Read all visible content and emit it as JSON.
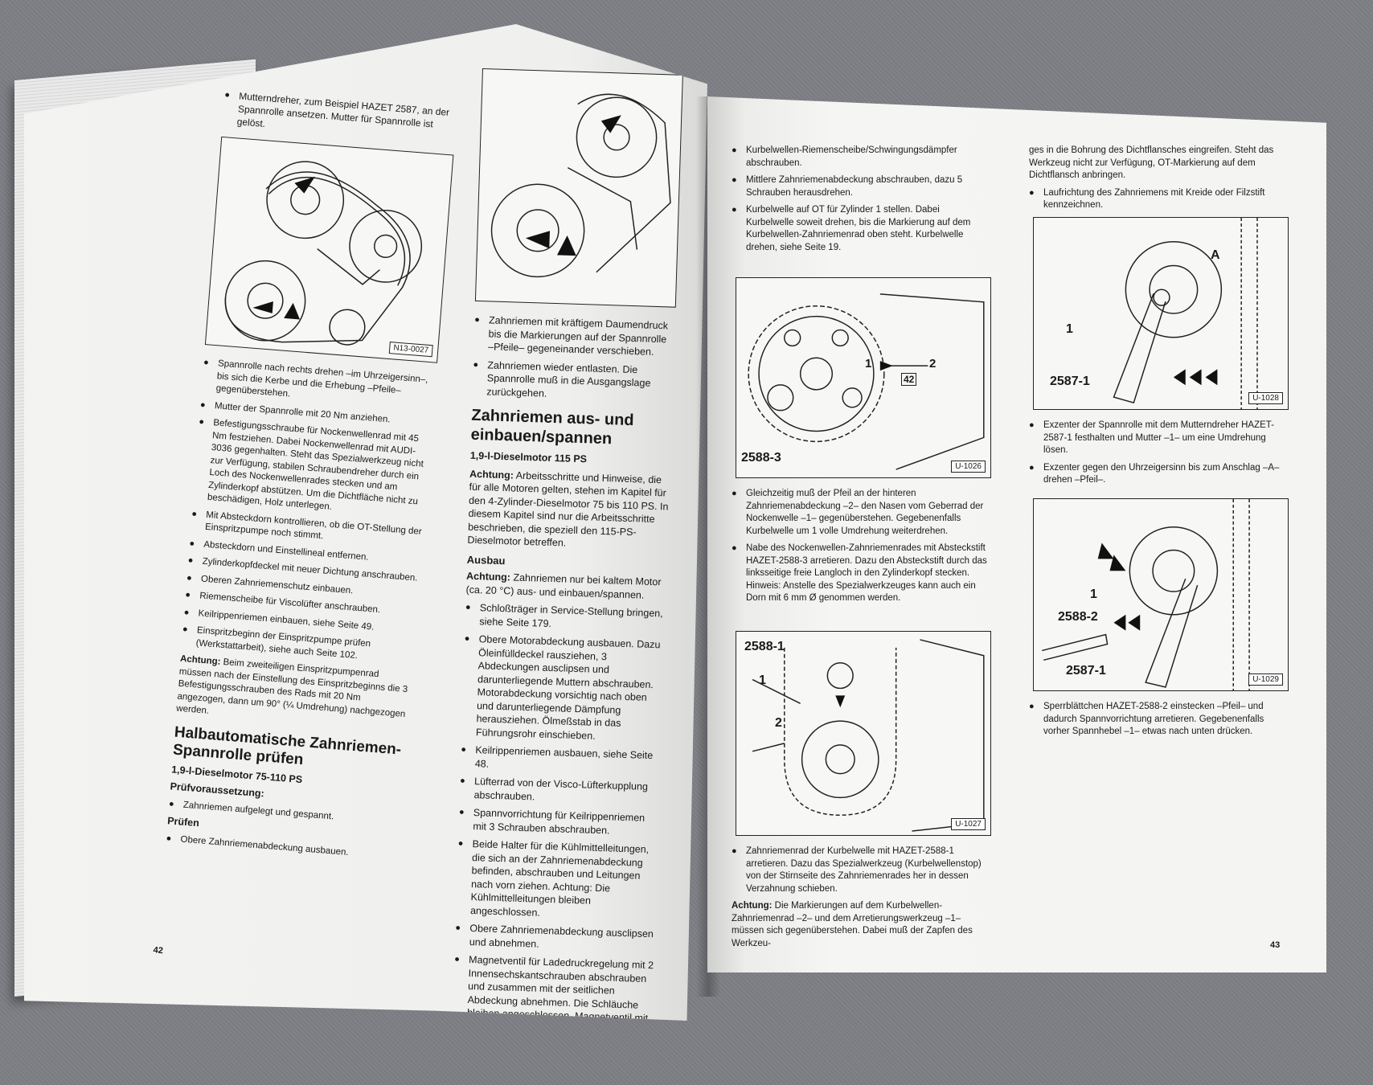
{
  "left_page": {
    "page_number": "42",
    "top_item": "Mutterndreher, zum Beispiel HAZET 2587, an der Spannrolle ansetzen. Mutter für Spannrolle ist gelöst.",
    "fig1_code": "N13-0027",
    "steps_1": [
      "Spannrolle nach rechts drehen –im Uhrzeigersinn–, bis sich die Kerbe und die Erhebung –Pfeile– gegenüberstehen.",
      "Mutter der Spannrolle mit 20 Nm anziehen.",
      "Befestigungsschraube für Nockenwellenrad mit 45 Nm festziehen. Dabei Nockenwellenrad mit AUDI-3036 gegenhalten. Steht das Spezialwerkzeug nicht zur Verfügung, stabilen Schraubendreher durch ein Loch des Nockenwellenrades stecken und am Zylinderkopf abstützen. Um die Dichtfläche nicht zu beschädigen, Holz unterlegen.",
      "Mit Absteckdorn kontrollieren, ob die OT-Stellung der Einspritzpumpe noch stimmt.",
      "Absteckdorn und Einstellineal entfernen.",
      "Zylinderkopfdeckel mit neuer Dichtung anschrauben.",
      "Oberen Zahnriemenschutz einbauen.",
      "Riemenscheibe für Viscolüfter anschrauben.",
      "Keilrippenriemen einbauen, siehe Seite 49.",
      "Einspritzbeginn der Einspritzpumpe prüfen (Werkstattarbeit), siehe auch Seite 102."
    ],
    "achtung_label": "Achtung:",
    "achtung_text": "Beim zweiteiligen Einspritzpumpenrad müssen nach der Einstellung des Einspritzbeginns die 3 Befestigungsschrauben des Rads mit 20 Nm angezogen, dann um 90° (¼ Umdrehung) nachgezogen werden.",
    "heading": "Halbautomatische Zahnriemen-Spannrolle prüfen",
    "subheading": "1,9-l-Dieselmotor 75-110 PS",
    "pruef_label": "Prüfvoraussetzung:",
    "pruef_item": "Zahnriemen aufgelegt und gespannt.",
    "pruefen_label": "Prüfen",
    "pruefen_item": "Obere Zahnriemenabdeckung ausbauen."
  },
  "middle_column": {
    "steps_1": [
      "Zahnriemen mit kräftigem Daumendruck bis die Markierungen auf der Spannrolle –Pfeile– gegeneinander verschieben.",
      "Zahnriemen wieder entlasten. Die Spannrolle muß in die Ausgangslage zurückgehen."
    ],
    "heading": "Zahnriemen aus- und einbauen/spannen",
    "subheading": "1,9-l-Dieselmotor 115 PS",
    "achtung1_label": "Achtung:",
    "achtung1_text": "Arbeitsschritte und Hinweise, die für alle Motoren gelten, stehen im Kapitel für den 4-Zylinder-Dieselmotor 75 bis 110 PS. In diesem Kapitel sind nur die Arbeitsschritte beschrieben, die speziell den 115-PS-Dieselmotor betreffen.",
    "ausbau_label": "Ausbau",
    "achtung2_label": "Achtung:",
    "achtung2_text": "Zahnriemen nur bei kaltem Motor (ca. 20 °C) aus- und einbauen/spannen.",
    "steps_2": [
      "Schloßträger in Service-Stellung bringen, siehe Seite 179.",
      "Obere Motorabdeckung ausbauen. Dazu Öleinfülldeckel rausziehen, 3 Abdeckungen ausclipsen und darunterliegende Muttern abschrauben. Motorabdeckung vorsichtig nach oben und darunterliegende Dämpfung herausziehen. Ölmeßstab in das Führungsrohr einschieben.",
      "Keilrippenriemen ausbauen, siehe Seite 48.",
      "Lüfterrad von der Visco-Lüfterkupplung abschrauben.",
      "Spannvorrichtung für Keilrippenriemen mit 3 Schrauben abschrauben.",
      "Beide Halter für die Kühlmittelleitungen, die sich an der Zahnriemenabdeckung befinden, abschrauben und Leitungen nach vorn ziehen. Achtung: Die Kühlmittelleitungen bleiben angeschlossen.",
      "Obere Zahnriemenabdeckung ausclipsen und abnehmen.",
      "Magnetventil für Ladedruckregelung mit 2 Innensechskantschrauben abschrauben und zusammen mit der seitlichen Abdeckung abnehmen. Die Schläuche bleiben angeschlossen. Magnetventil mit Draht aufhängen."
    ]
  },
  "right_page": {
    "page_number": "43",
    "col1_steps": [
      "Kurbelwellen-Riemenscheibe/Schwingungsdämpfer abschrauben.",
      "Mittlere Zahnriemenabdeckung abschrauben, dazu 5 Schrauben herausdrehen.",
      "Kurbelwelle auf OT für Zylinder 1 stellen. Dabei Kurbelwelle soweit drehen, bis die Markierung auf dem Kurbelwellen-Zahnriemenrad oben steht. Kurbelwelle drehen, siehe Seite 19."
    ],
    "fig_u1026": {
      "code": "U-1026",
      "label_tool": "2588-3",
      "label_1": "1",
      "label_2": "2",
      "label_42": "42"
    },
    "col1_steps_2": [
      "Gleichzeitig muß der Pfeil an der hinteren Zahnriemenabdeckung –2– den Nasen vom Geberrad der Nockenwelle –1– gegenüberstehen. Gegebenenfalls Kurbelwelle um 1 volle Umdrehung weiterdrehen.",
      "Nabe des Nockenwellen-Zahnriemenrades mit Absteckstift HAZET-2588-3 arretieren. Dazu den Absteckstift durch das linksseitige freie Langloch in den Zylinderkopf stecken. Hinweis: Anstelle des Spezialwerkzeuges kann auch ein Dorn mit 6 mm Ø genommen werden."
    ],
    "fig_u1027": {
      "code": "U-1027",
      "label_tool": "2588-1",
      "label_1": "1",
      "label_2": "2"
    },
    "col1_steps_3": [
      "Zahnriemenrad der Kurbelwelle mit HAZET-2588-1 arretieren. Dazu das Spezialwerkzeug (Kurbelwellenstop) von der Stirnseite des Zahnriemenrades her in dessen Verzahnung schieben."
    ],
    "col1_achtung_label": "Achtung:",
    "col1_achtung_text": "Die Markierungen auf dem Kurbelwellen-Zahnriemenrad –2– und dem Arretierungswerkzeug –1– müssen sich gegenüberstehen. Dabei muß der Zapfen des Werkzeu-",
    "col2_top": "ges in die Bohrung des Dichtflansches eingreifen. Steht das Werkzeug nicht zur Verfügung, OT-Markierung auf dem Dichtflansch anbringen.",
    "col2_steps_1": [
      "Laufrichtung des Zahnriemens mit Kreide oder Filzstift kennzeichnen."
    ],
    "fig_u1028": {
      "code": "U-1028",
      "label_a": "A",
      "label_1": "1",
      "label_tool": "2587-1"
    },
    "col2_steps_2": [
      "Exzenter der Spannrolle mit dem Mutterndreher HAZET-2587-1 festhalten und Mutter –1– um eine Umdrehung lösen.",
      "Exzenter gegen den Uhrzeigersinn bis zum Anschlag –A– drehen –Pfeil–."
    ],
    "fig_u1029": {
      "code": "U-1029",
      "label_1": "1",
      "label_tool_a": "2588-2",
      "label_tool_b": "2587-1"
    },
    "col2_steps_3": [
      "Sperrblättchen HAZET-2588-2 einstecken –Pfeil– und dadurch Spannvorrichtung arretieren. Gegebenenfalls vorher Spannhebel –1– etwas nach unten drücken."
    ]
  }
}
